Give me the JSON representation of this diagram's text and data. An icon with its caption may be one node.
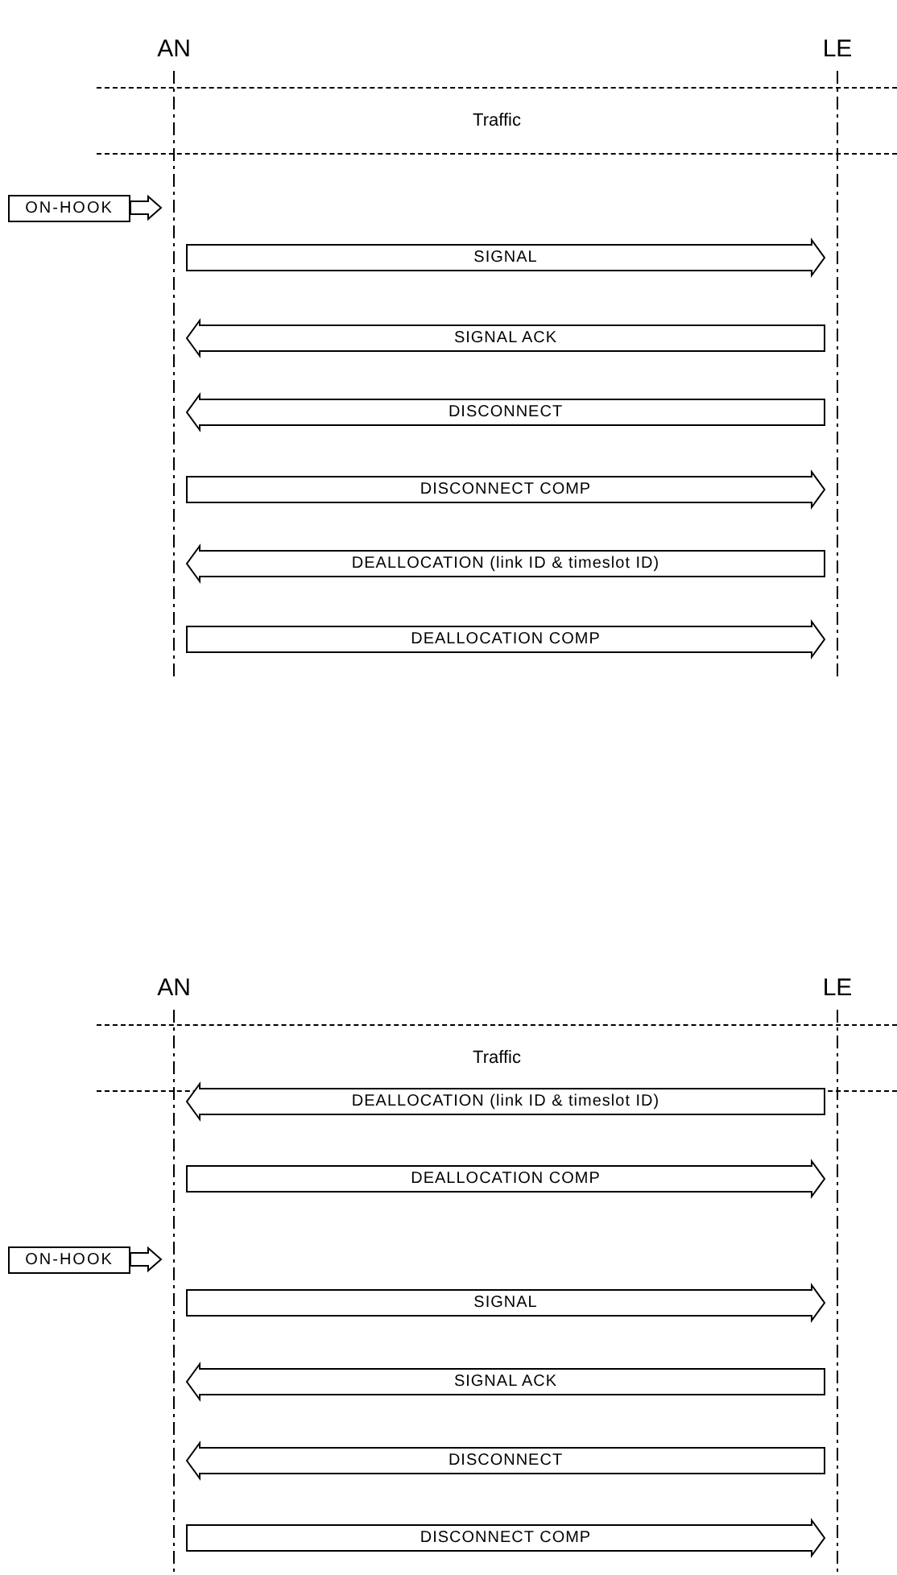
{
  "diagram": {
    "nodes": [
      {
        "text": [
          "AN"
        ]
      },
      {
        "text": [
          "LE"
        ]
      },
      {
        "text": [
          "Traffic"
        ]
      },
      {
        "text": [
          "ON-HOOK"
        ]
      },
      {
        "text": [
          "AN"
        ]
      },
      {
        "text": [
          "LE"
        ]
      },
      {
        "text": [
          "Traffic"
        ]
      },
      {
        "text": [
          "ON-HOOK"
        ]
      }
    ],
    "edges": [
      {
        "from": 3,
        "to": 0,
        "arrow": "to"
      },
      {
        "from": 0,
        "to": 1,
        "arrow": "to",
        "label": "SIGNAL"
      },
      {
        "from": 1,
        "to": 0,
        "arrow": "to",
        "label": "SIGNAL ACK"
      },
      {
        "from": 1,
        "to": 0,
        "arrow": "to",
        "label": "DISCONNECT"
      },
      {
        "from": 0,
        "to": 1,
        "arrow": "to",
        "label": "DISCONNECT COMP"
      },
      {
        "from": 1,
        "to": 0,
        "arrow": "to",
        "label": "DEALLOCATION (link ID & timeslot ID)"
      },
      {
        "from": 0,
        "to": 1,
        "arrow": "to",
        "label": "DEALLOCATION COMP"
      },
      {
        "from": 5,
        "to": 4,
        "arrow": "to",
        "label": "DEALLOCATION (link ID & timeslot ID)"
      },
      {
        "from": 4,
        "to": 5,
        "arrow": "to",
        "label": "DEALLOCATION COMP"
      },
      {
        "from": 7,
        "to": 4,
        "arrow": "to"
      },
      {
        "from": 4,
        "to": 5,
        "arrow": "to",
        "label": "SIGNAL"
      },
      {
        "from": 5,
        "to": 4,
        "arrow": "to",
        "label": "SIGNAL ACK"
      },
      {
        "from": 5,
        "to": 4,
        "arrow": "to",
        "label": "DISCONNECT"
      },
      {
        "from": 4,
        "to": 5,
        "arrow": "to",
        "label": "DISCONNECT COMP"
      }
    ]
  }
}
